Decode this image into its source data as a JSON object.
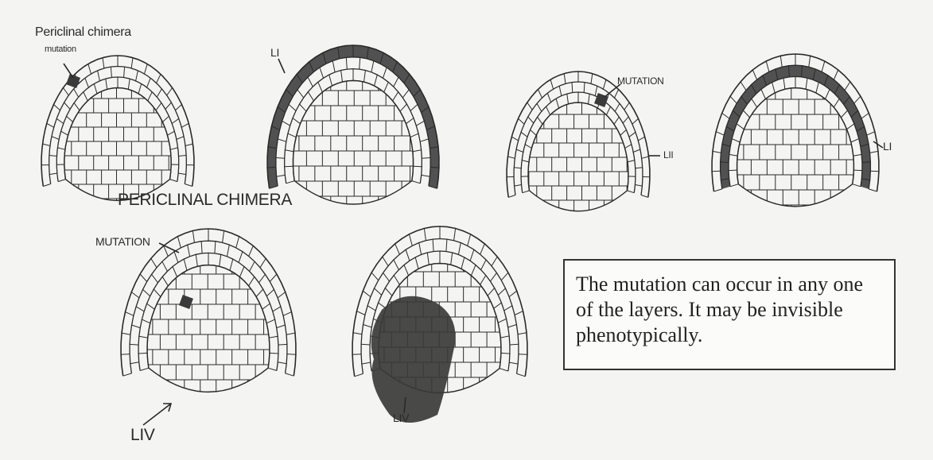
{
  "labels": {
    "periclinal_small": "Periclinal chimera",
    "mutation_small": "mutation",
    "li_1": "LI",
    "mutation_1": "MUTATION",
    "lii": "LII",
    "li_2": "LI",
    "periclinal_big": "PERICLINAL CHIMERA",
    "mutation_2": "MUTATION",
    "liv_1": "LIV",
    "liv_2": "LIV"
  },
  "note": "The mutation can occur in any one\nof the layers. It may be invisible\nphenotypically.",
  "colors": {
    "ink": "#2a2a2a",
    "shade": "#3a3a3a",
    "paper": "#f4f4f2"
  }
}
